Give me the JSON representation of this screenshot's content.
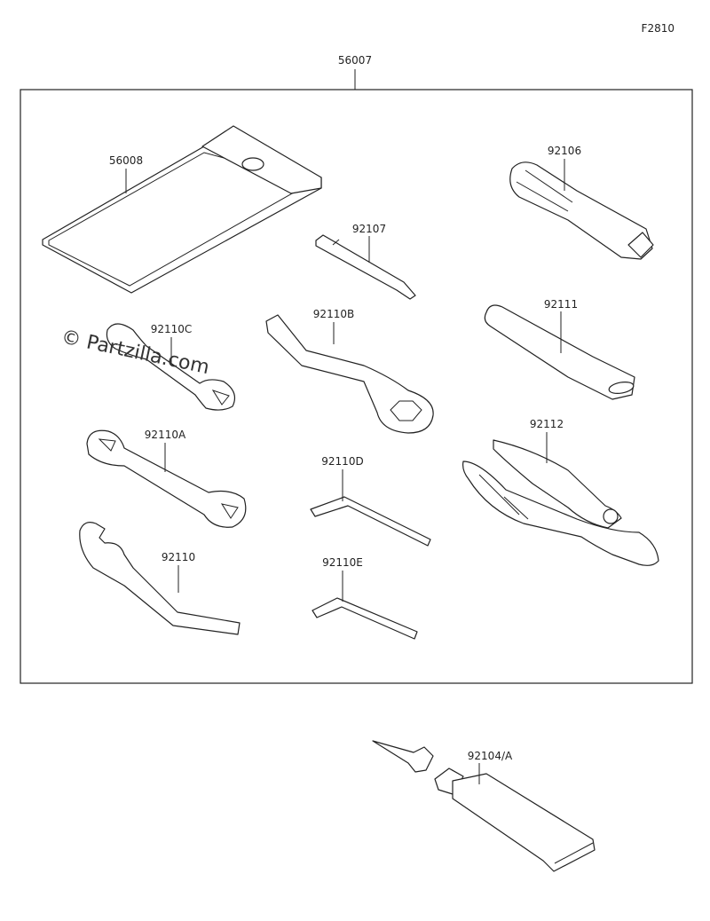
{
  "figure_code": "F2810",
  "watermark": "© Partzilla.com",
  "kit": {
    "part_number": "56007"
  },
  "parts": [
    {
      "id": "bag",
      "part_number": "56008"
    },
    {
      "id": "screwdriver-handle",
      "part_number": "92106"
    },
    {
      "id": "screwdriver-bit",
      "part_number": "92107"
    },
    {
      "id": "box-wrench",
      "part_number": "92110B"
    },
    {
      "id": "extension-pipe",
      "part_number": "92111"
    },
    {
      "id": "small-wrench",
      "part_number": "92110C"
    },
    {
      "id": "open-wrench",
      "part_number": "92110A"
    },
    {
      "id": "hex-key-d",
      "part_number": "92110D"
    },
    {
      "id": "pliers",
      "part_number": "92112"
    },
    {
      "id": "hook-spanner",
      "part_number": "92110"
    },
    {
      "id": "hex-key-e",
      "part_number": "92110E"
    },
    {
      "id": "grease-tube",
      "part_number": "92104/A"
    }
  ]
}
